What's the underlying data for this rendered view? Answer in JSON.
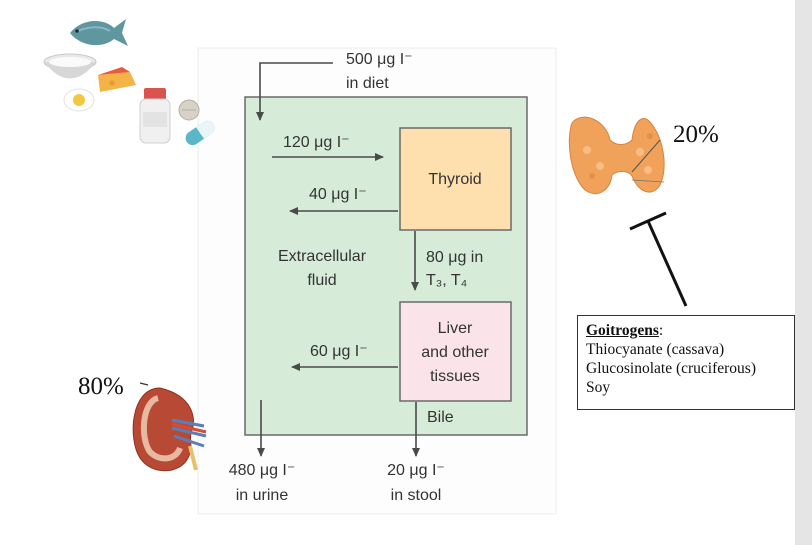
{
  "diagram": {
    "colors": {
      "fluid": "#d6ecd9",
      "thyroid": "#fde0ad",
      "liver": "#fbe3ea",
      "line": "#4a4a4a",
      "goitrogen_inhibit": "#111111",
      "organ_orange": "#f0a25b"
    },
    "nodes": {
      "intake": {
        "line1": "500 μg I⁻",
        "line2": "in diet"
      },
      "thyroid": {
        "label": "Thyroid"
      },
      "liver": {
        "line1": "Liver",
        "line2": "and other",
        "line3": "tissues"
      },
      "extracellular": {
        "line1": "Extracellular",
        "line2": "fluid"
      },
      "urine": {
        "line1": "480 μg I⁻",
        "line2": "in urine"
      },
      "stool": {
        "line1": "20 μg I⁻",
        "line2": "in stool"
      }
    },
    "flows": {
      "to_thyroid": "120 μg I⁻",
      "from_thyroid": "40 μg I⁻",
      "hormones_line1": "80 μg in",
      "hormones_line2": "T₃, T₄",
      "from_liver": "60 μg I⁻",
      "bile": "Bile"
    }
  },
  "annotations": {
    "thyroid_percent": "20%",
    "kidney_percent": "80%"
  },
  "goitrogens": {
    "title": "Goitrogens",
    "suffix": ":",
    "items": [
      "Thiocyanate (cassava)",
      "Glucosinolate (cruciferous)",
      "Soy"
    ]
  }
}
